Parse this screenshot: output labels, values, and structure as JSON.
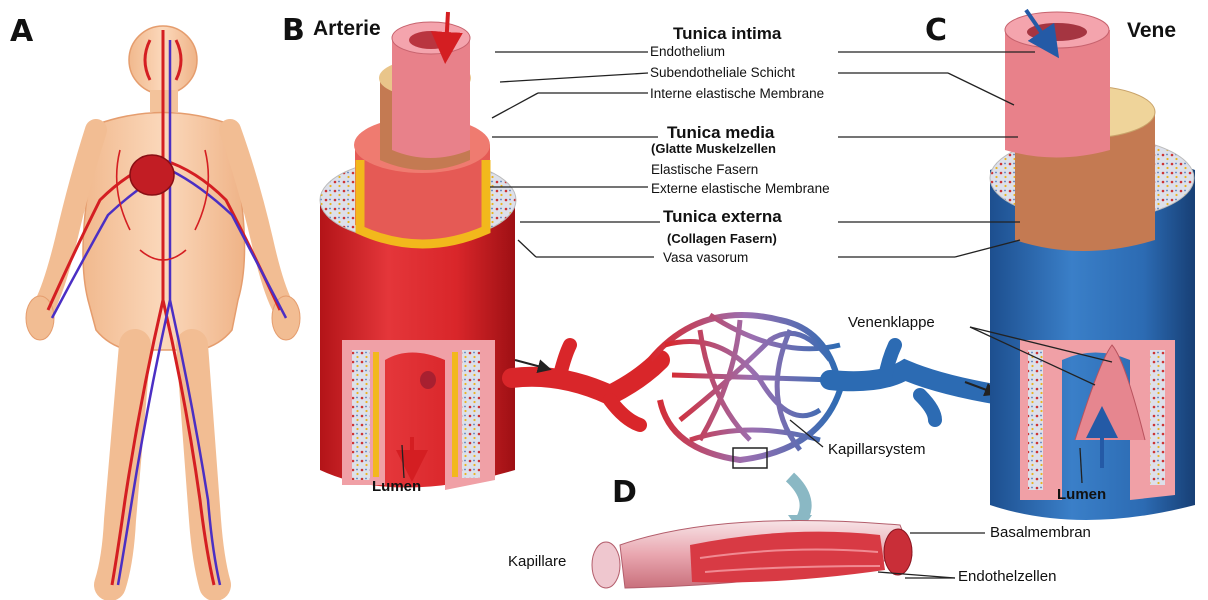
{
  "panels": {
    "a": "A",
    "b": "B",
    "c": "C",
    "d": "D"
  },
  "vessels": {
    "artery": "Arterie",
    "vein": "Vene"
  },
  "layers": {
    "intima": "Tunica intima",
    "endothelium": "Endothelium",
    "subendothelial": "Subendotheliale Schicht",
    "internal_elastic": "Interne elastische Membrane",
    "media": "Tunica media",
    "media_note": "(Glatte Muskelzellen",
    "elastic_fibers": "Elastische Fasern",
    "external_elastic": "Externe elastische Membrane",
    "externa": "Tunica externa",
    "externa_note": "(Collagen Fasern)",
    "vasa": "Vasa vasorum"
  },
  "features": {
    "lumen_artery": "Lumen",
    "lumen_vein": "Lumen",
    "valve": "Venenklappe",
    "capillary_system": "Kapillarsystem",
    "capillary": "Kapillare",
    "basal_membrane": "Basalmembran",
    "endothelial_cells": "Endothelzellen"
  },
  "colors": {
    "artery": "#d9262a",
    "vein": "#2c6bb3",
    "wall_pink": "#e8818a",
    "elastic_yellow": "#f2b81c",
    "skin": "#f6c9a4",
    "capillary_purple": "#8c6fb3"
  }
}
